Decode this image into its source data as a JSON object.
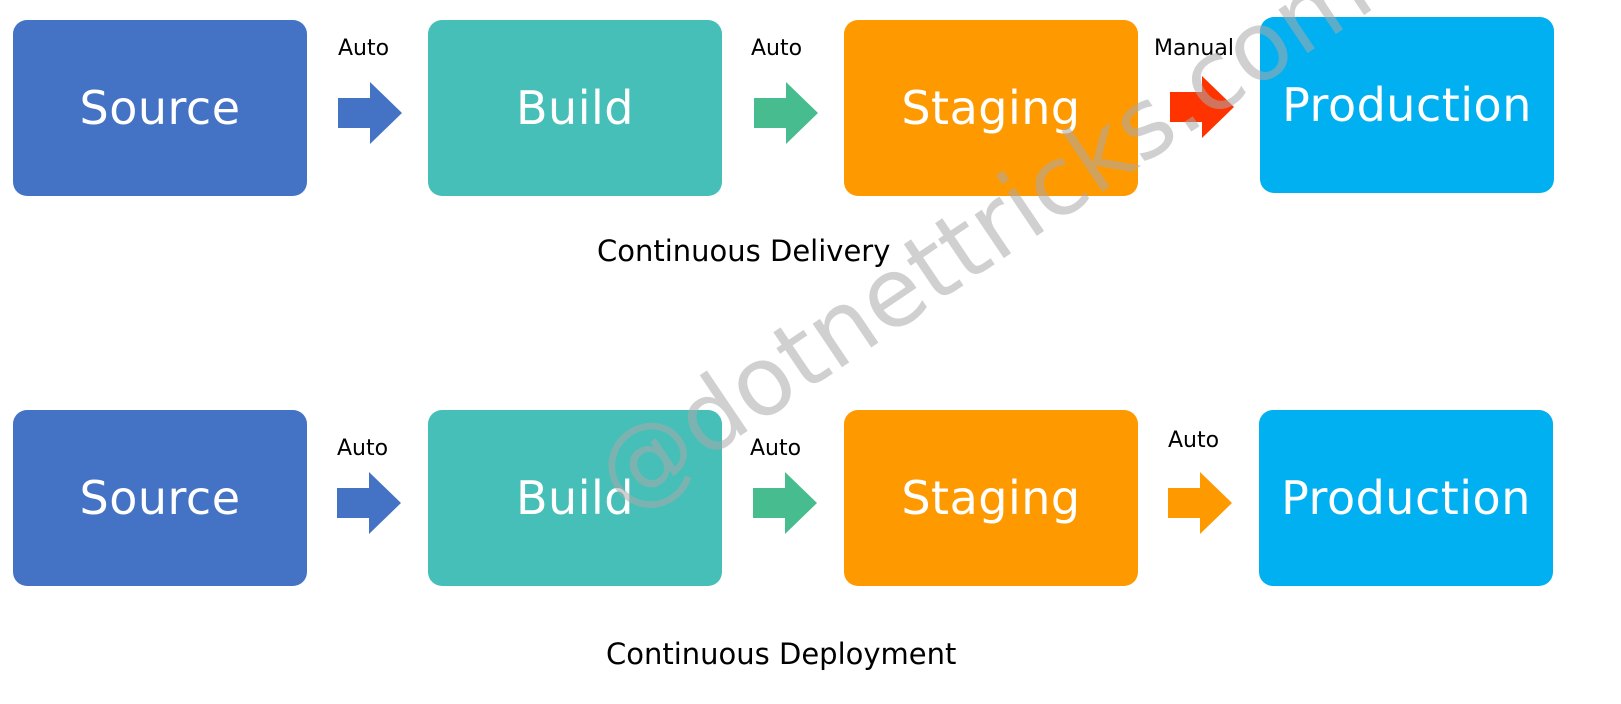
{
  "colors": {
    "source": "#4472C4",
    "build": "#45BFB8",
    "staging": "#FF9900",
    "production": "#00B0F0",
    "arrow_source": "#4472C4",
    "arrow_build": "#46BC8F",
    "arrow_manual": "#FF3300",
    "arrow_staging_auto": "#FF9900"
  },
  "delivery": {
    "caption": "Continuous Delivery",
    "stages": {
      "source": "Source",
      "build": "Build",
      "staging": "Staging",
      "production": "Production"
    },
    "arrows": {
      "source_to_build": "Auto",
      "build_to_staging": "Auto",
      "staging_to_production": "Manual"
    }
  },
  "deployment": {
    "caption": "Continuous Deployment",
    "stages": {
      "source": "Source",
      "build": "Build",
      "staging": "Staging",
      "production": "Production"
    },
    "arrows": {
      "source_to_build": "Auto",
      "build_to_staging": "Auto",
      "staging_to_production": "Auto"
    }
  },
  "watermark": "@dotnettricks.com"
}
